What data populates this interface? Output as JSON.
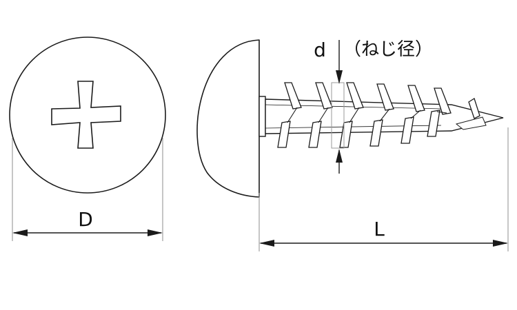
{
  "labels": {
    "head_diameter": "D",
    "length": "L",
    "thread_diameter": "d",
    "thread_diameter_note": "（ねじ径）"
  },
  "colors": {
    "line": "#1a1a1a",
    "fill": "#ffffff",
    "dim_line": "#8c8c8c",
    "thread_band": "#9a9a9a"
  },
  "icons": {
    "drive": "phillips-cross-recess"
  }
}
